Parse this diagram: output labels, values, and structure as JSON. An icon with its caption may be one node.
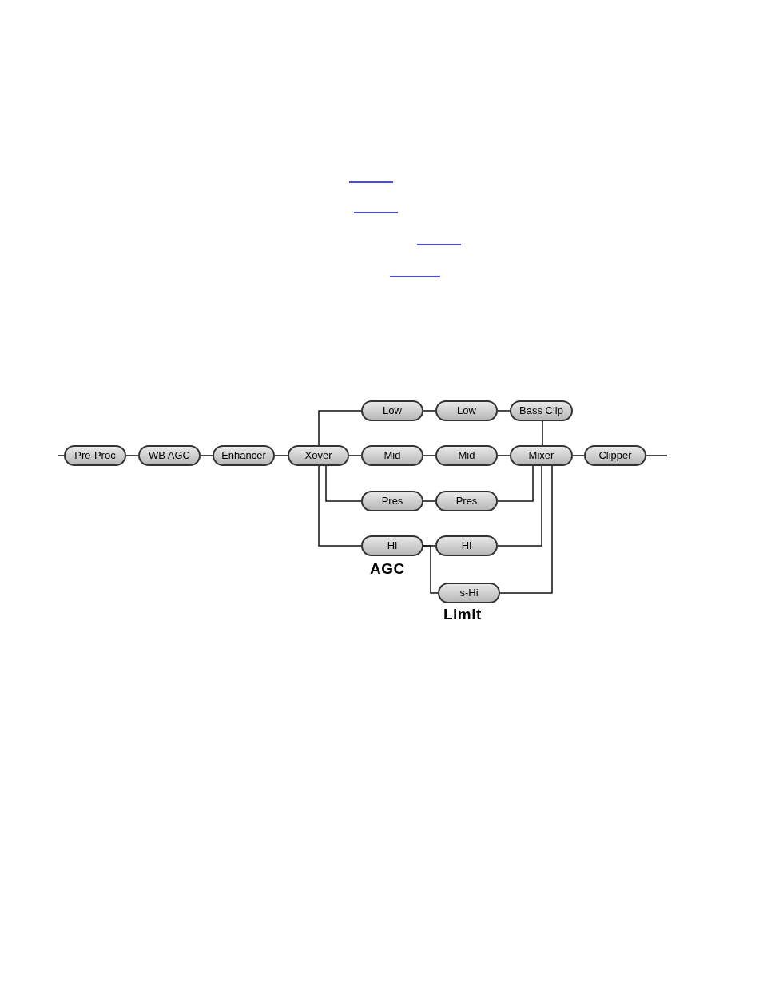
{
  "diagram": {
    "nodes": [
      {
        "text": [
          "Pre-Proc"
        ]
      },
      {
        "text": [
          "WB AGC"
        ]
      },
      {
        "text": [
          "Enhancer"
        ]
      },
      {
        "text": [
          "Xover"
        ]
      },
      {
        "text": [
          "Low"
        ]
      },
      {
        "text": [
          "Low"
        ]
      },
      {
        "text": [
          "Bass Clip"
        ]
      },
      {
        "text": [
          "Mid"
        ]
      },
      {
        "text": [
          "Mid"
        ]
      },
      {
        "text": [
          "Mixer"
        ]
      },
      {
        "text": [
          "Clipper"
        ]
      },
      {
        "text": [
          "Pres"
        ]
      },
      {
        "text": [
          "Pres"
        ]
      },
      {
        "text": [
          "Hi"
        ]
      },
      {
        "text": [
          "Hi"
        ]
      },
      {
        "text": [
          "s-Hi"
        ]
      }
    ],
    "edges": [
      {
        "from": null,
        "to": 0,
        "arrow": "none"
      },
      {
        "from": 0,
        "to": 1,
        "arrow": "none"
      },
      {
        "from": 1,
        "to": 2,
        "arrow": "none"
      },
      {
        "from": 2,
        "to": 3,
        "arrow": "none"
      },
      {
        "from": 3,
        "to": 4,
        "arrow": "none"
      },
      {
        "from": 3,
        "to": 7,
        "arrow": "none"
      },
      {
        "from": 3,
        "to": 11,
        "arrow": "none"
      },
      {
        "from": 3,
        "to": 13,
        "arrow": "none"
      },
      {
        "from": 4,
        "to": 5,
        "arrow": "none"
      },
      {
        "from": 5,
        "to": 6,
        "arrow": "none"
      },
      {
        "from": 6,
        "to": 9,
        "arrow": "none"
      },
      {
        "from": 7,
        "to": 8,
        "arrow": "none"
      },
      {
        "from": 8,
        "to": 9,
        "arrow": "none"
      },
      {
        "from": 11,
        "to": 12,
        "arrow": "none"
      },
      {
        "from": 12,
        "to": 9,
        "arrow": "none"
      },
      {
        "from": 13,
        "to": 14,
        "arrow": "none"
      },
      {
        "from": 13,
        "to": 15,
        "arrow": "none"
      },
      {
        "from": 14,
        "to": 9,
        "arrow": "none"
      },
      {
        "from": 15,
        "to": 9,
        "arrow": "none"
      },
      {
        "from": 9,
        "to": 10,
        "arrow": "none"
      },
      {
        "from": 10,
        "to": null,
        "arrow": "none"
      }
    ],
    "labels": [
      "AGC",
      "Limit"
    ]
  }
}
